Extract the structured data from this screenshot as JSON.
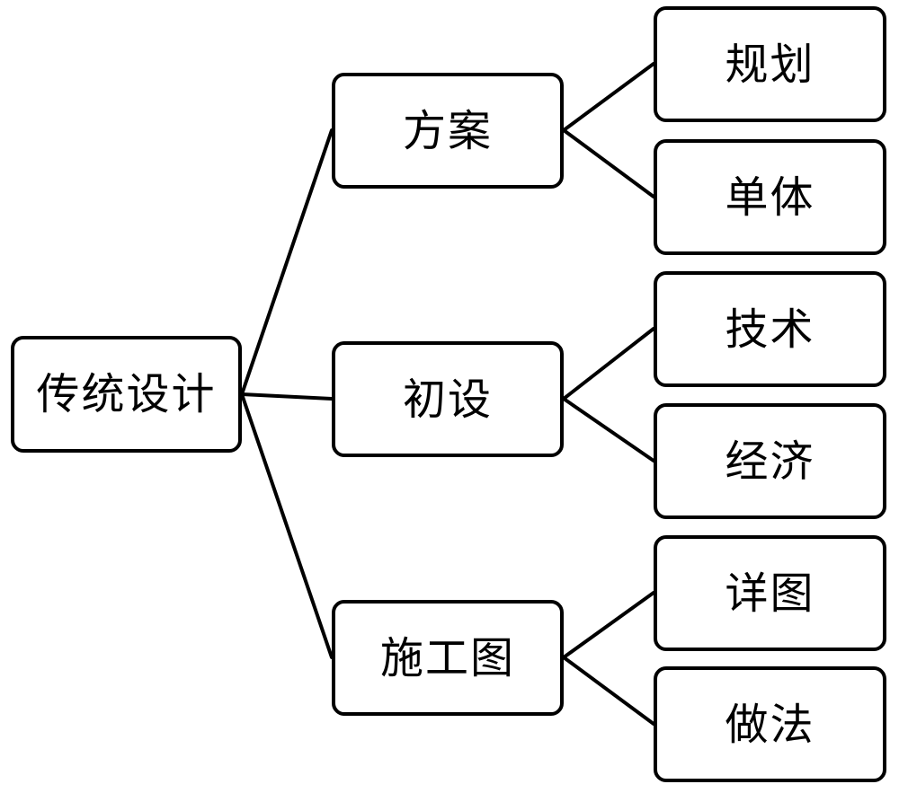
{
  "diagram": {
    "root": {
      "label": "传统设计"
    },
    "phases": [
      {
        "label": "方案",
        "children": [
          {
            "label": "规划"
          },
          {
            "label": "单体"
          }
        ]
      },
      {
        "label": "初设",
        "children": [
          {
            "label": "技术"
          },
          {
            "label": "经济"
          }
        ]
      },
      {
        "label": "施工图",
        "children": [
          {
            "label": "详图"
          },
          {
            "label": "做法"
          }
        ]
      }
    ]
  }
}
